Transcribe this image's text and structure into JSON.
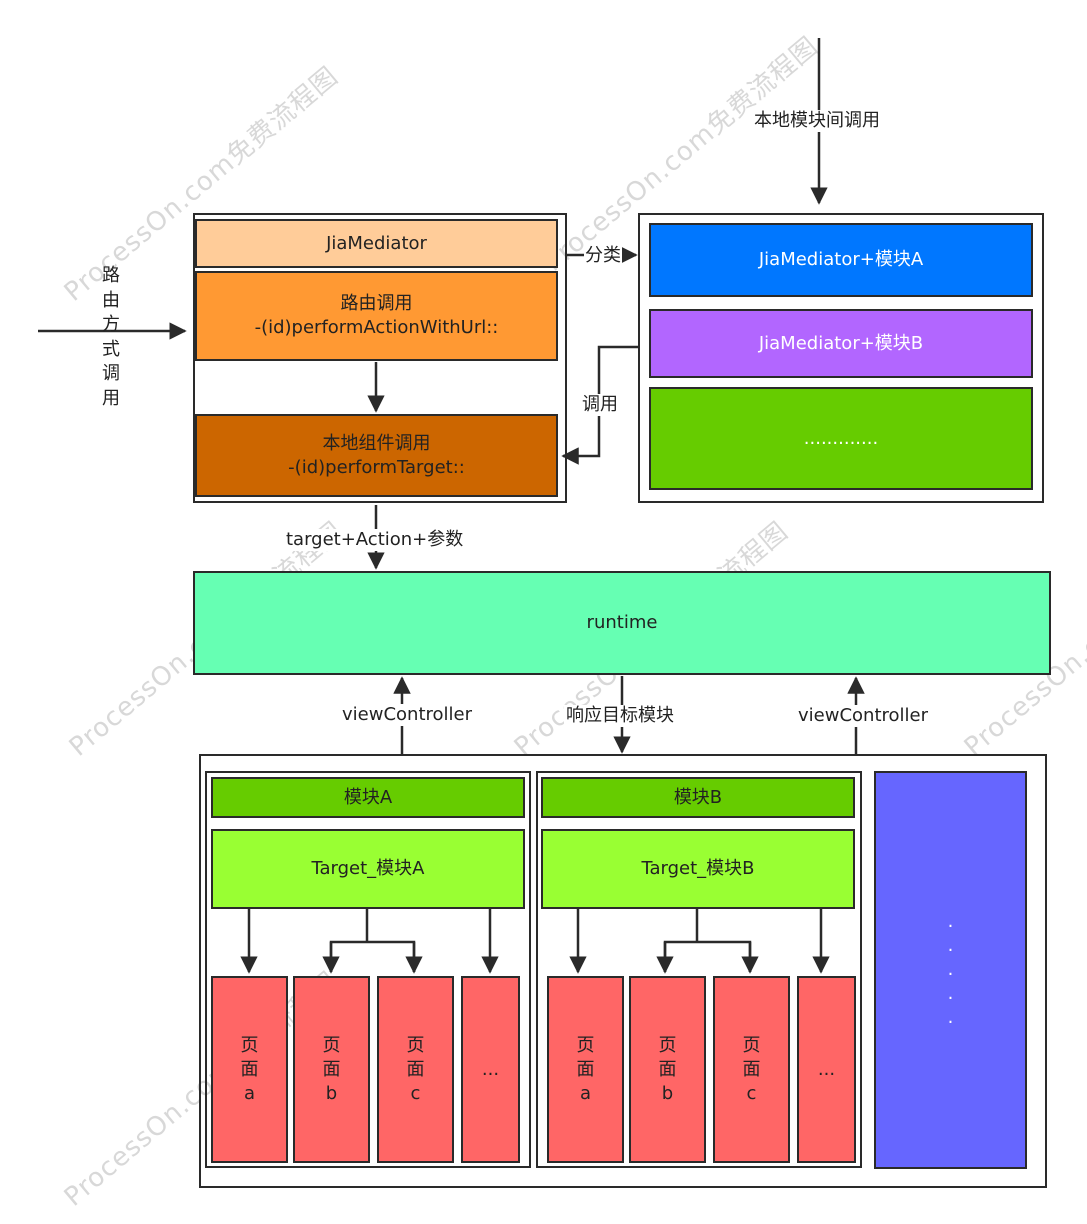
{
  "watermark": "ProcessOn.com免费流程图",
  "labels": {
    "local_module_call": "本地模块间调用",
    "route_call": [
      "路",
      "由",
      "方",
      "式",
      "调",
      "用"
    ],
    "category": "分类",
    "invoke": "调用",
    "target_action_params": "target+Action+参数",
    "view_controller_left": "viewController",
    "respond_target_module": "响应目标模块",
    "view_controller_right": "viewController"
  },
  "mediator": {
    "title": "JiaMediator",
    "route_call": [
      "路由调用",
      "-(id)performActionWithUrl::"
    ],
    "local_component_call": [
      "本地组件调用",
      "-(id)performTarget::"
    ]
  },
  "categories": {
    "module_a": "JiaMediator+模块A",
    "module_b": "JiaMediator+模块B",
    "more": "............."
  },
  "runtime": "runtime",
  "module_a": {
    "title": "模块A",
    "target": "Target_模块A",
    "pages": [
      [
        "页",
        "面",
        "a"
      ],
      [
        "页",
        "面",
        "b"
      ],
      [
        "页",
        "面",
        "c"
      ],
      [
        "..."
      ]
    ]
  },
  "module_b": {
    "title": "模块B",
    "target": "Target_模块B",
    "pages": [
      [
        "页",
        "面",
        "a"
      ],
      [
        "页",
        "面",
        "b"
      ],
      [
        "页",
        "面",
        "c"
      ],
      [
        "..."
      ]
    ]
  },
  "more_modules_dots": [
    ".",
    ".",
    ".",
    ".",
    "."
  ],
  "colors": {
    "mediator_title": "#ffcc99",
    "route_call": "#ff9933",
    "local_call": "#cc6600",
    "cat_a": "#0077ff",
    "cat_b": "#b266ff",
    "cat_more": "#66cc00",
    "runtime": "#66ffb3",
    "module_header": "#66cc00",
    "target": "#99ff33",
    "page": "#ff6666",
    "more_modules": "#6666ff"
  }
}
